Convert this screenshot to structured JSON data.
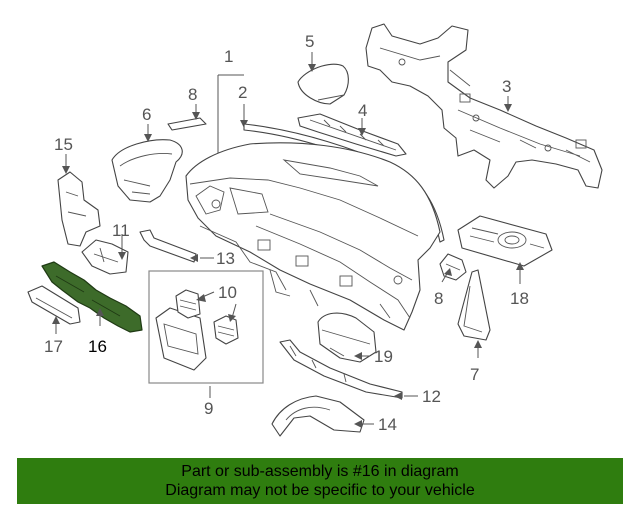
{
  "callouts": {
    "c1": "1",
    "c2": "2",
    "c3": "3",
    "c4": "4",
    "c5": "5",
    "c6": "6",
    "c7": "7",
    "c8a": "8",
    "c8b": "8",
    "c9": "9",
    "c10": "10",
    "c11": "11",
    "c12": "12",
    "c13": "13",
    "c14": "14",
    "c15": "15",
    "c16": "16",
    "c17": "17",
    "c18": "18",
    "c19": "19"
  },
  "highlight": {
    "part_number": "16",
    "color": "#3d6b2a"
  },
  "banner": {
    "line1": "Part or sub-assembly is #16 in diagram",
    "line2": "Diagram may not be specific to your vehicle",
    "background": "#2f7d0f"
  }
}
